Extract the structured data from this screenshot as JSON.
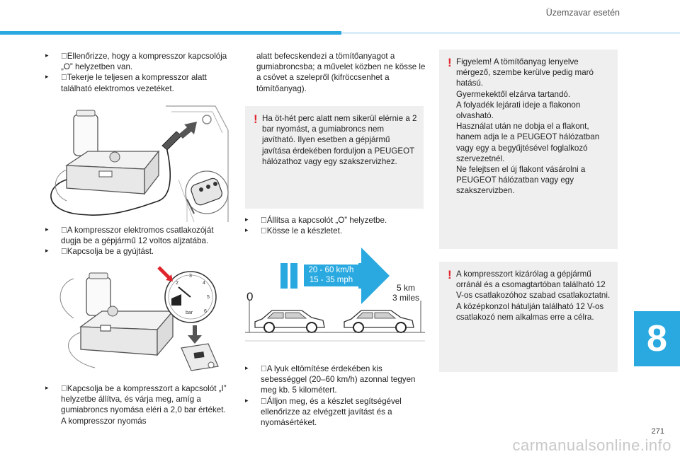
{
  "header": {
    "chapter_title": "Üzemzavar esetén"
  },
  "chapter_tab": {
    "number": "8"
  },
  "page_number": "271",
  "watermark": "carmanualsonline.info",
  "col1": {
    "b1": "Ellenőrizze, hogy a kompresszor kapcsolója „O” helyzetben van.",
    "b2": "Tekerje le teljesen a kompresszor alatt található elektromos vezetéket.",
    "b3": "A kompresszor elektromos csatlakozóját dugja be a gépjármű 12 voltos aljzatába.",
    "b4": "Kapcsolja be a gyújtást.",
    "b5": "Kapcsolja be a kompresszort a kapcsolót „I” helyzetbe állítva, és várja meg, amíg a gumiabroncs nyomása eléri a 2,0 bar értéket. A kompresszor nyomás"
  },
  "col2": {
    "cont": "alatt befecskendezi a tömítőanyagot a gumiabroncsba; a művelet közben ne kösse le a csövet a szelepről (kifröccsenhet a tömítőanyag).",
    "warning": "Ha öt-hét perc alatt nem sikerül elérnie a 2 bar nyomást, a gumiabroncs nem javítható. Ilyen esetben a gépjármű javítása érdekében forduljon a PEUGEOT hálózathoz vagy egy szakszervizhez.",
    "b1": "Állítsa a kapcsolót „O” helyzetbe.",
    "b2": "Kösse le a készletet.",
    "b3": "A lyuk eltömítése érdekében kis sebességgel (20–60 km/h) azonnal tegyen meg kb. 5 kilométert.",
    "b4": "Álljon meg, és a készlet segítségével ellenőrizze az elvégzett javítást és a nyomásértéket."
  },
  "figure_speed": {
    "speed_kmh": "20 - 60 km/h",
    "speed_mph": "15 - 35 mph",
    "start": "0",
    "dist_km": "5 km",
    "dist_miles": "3 miles"
  },
  "figure_gauge": {
    "unit": "bar"
  },
  "col3": {
    "warning1": "Figyelem! A tömítőanyag lenyelve mérgező, szembe kerülve pedig maró hatású.\nGyermekektől elzárva tartandó.\nA folyadék lejárati ideje a flakonon olvasható.\nHasználat után ne dobja el a flakont, hanem adja le a PEUGEOT hálózatban vagy egy a begyűjtésével foglalkozó szervezetnél.\nNe felejtsen el új flakont vásárolni a PEUGEOT hálózatban vagy egy szakszervizben.",
    "warning2": "A kompresszort kizárólag a gépjármű orránál és a csomagtartóban található 12 V-os csatlakozóhoz szabad csatlakoztatni.\nA középkonzol hátulján található 12 V-os csatlakozó nem alkalmas erre a célra."
  },
  "colors": {
    "accent": "#29a9e0",
    "warning": "#e0242c",
    "box_bg": "#efefef"
  }
}
